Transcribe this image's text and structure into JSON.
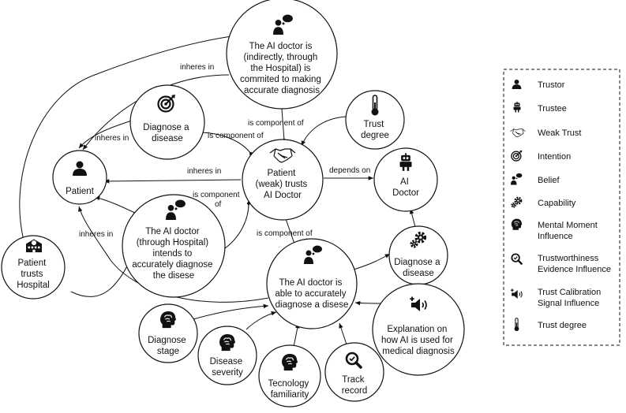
{
  "nodes": {
    "belief_committed": [
      "The AI doctor is",
      "(indirectly, through",
      "the Hospital) is",
      "commited to making",
      "accurate diagnosis"
    ],
    "intention_diagnose": [
      "Diagnose a",
      "disease"
    ],
    "trust_degree": [
      "Trust",
      "degree"
    ],
    "patient": [
      "Patient"
    ],
    "weak_trust": [
      "Patient",
      "(weak) trusts",
      "AI Doctor"
    ],
    "ai_doctor": [
      "AI",
      "Doctor"
    ],
    "intends": [
      "The AI doctor",
      "(through Hospital)",
      "intends to",
      "accurately diagnose",
      "the disese"
    ],
    "patient_trusts_hospital": [
      "Patient",
      "trusts",
      "Hospital"
    ],
    "capability_diagnose": [
      "Diagnose a",
      "disease"
    ],
    "belief_able": [
      "The AI doctor is",
      "able to accurately",
      "diagnose a disese"
    ],
    "diagnose_stage": [
      "Diagnose",
      "stage"
    ],
    "disease_severity": [
      "Disease",
      "severity"
    ],
    "tech_familiarity": [
      "Tecnology",
      "familiarity"
    ],
    "track_record": [
      "Track",
      "record"
    ],
    "explanation": [
      "Explanation on",
      "how AI is used for",
      "medical diagnosis"
    ]
  },
  "edges": {
    "inheres_in_1": "inheres in",
    "inheres_in_2": "inheres in",
    "inheres_in_3": "inheres in",
    "inheres_in_4": "inheres in",
    "is_component_of_1": "is component of",
    "is_component_of_2": "is component  of",
    "is_component_of_3a": "is component",
    "is_component_of_3b": "of",
    "is_component_of_4": "is component of",
    "depends_on": "depends on"
  },
  "legend": [
    {
      "icon": "trustor-icon",
      "label": [
        "Trustor"
      ]
    },
    {
      "icon": "trustee-icon",
      "label": [
        "Trustee"
      ]
    },
    {
      "icon": "weak-trust-icon",
      "label": [
        "Weak Trust"
      ]
    },
    {
      "icon": "intention-icon",
      "label": [
        "Intention"
      ]
    },
    {
      "icon": "belief-icon",
      "label": [
        "Belief"
      ]
    },
    {
      "icon": "capability-icon",
      "label": [
        "Capability"
      ]
    },
    {
      "icon": "mental-moment-icon",
      "label": [
        "Mental Moment",
        "Influence"
      ]
    },
    {
      "icon": "trustworthiness-icon",
      "label": [
        "Trustworthiness",
        "Evidence Influence"
      ]
    },
    {
      "icon": "trust-calibration-icon",
      "label": [
        "Trust Calibration",
        "Signal Influence"
      ]
    },
    {
      "icon": "thermometer-icon",
      "label": [
        "Trust degree"
      ]
    }
  ]
}
